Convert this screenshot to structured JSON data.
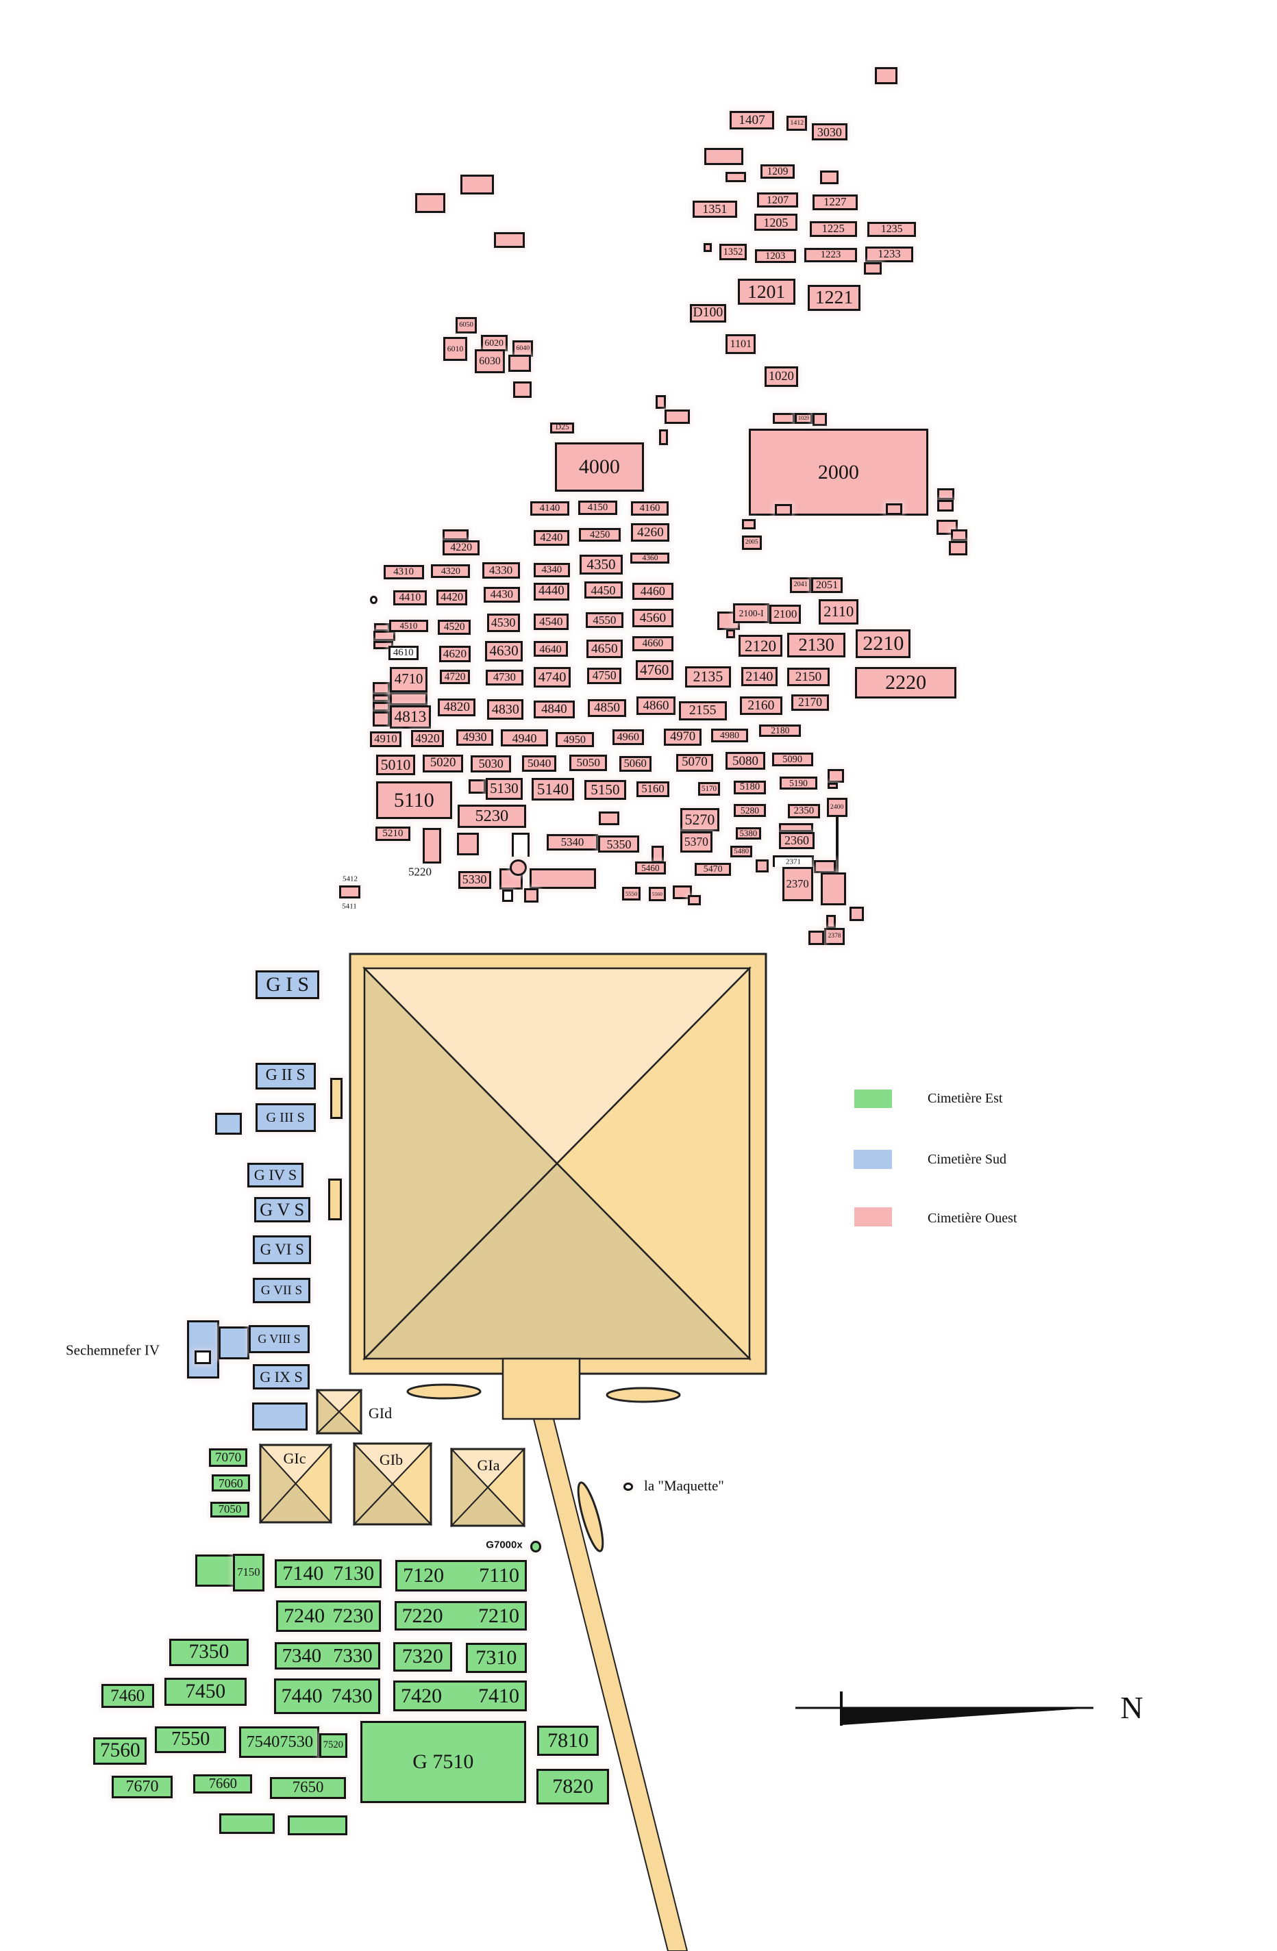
{
  "west_cemetery": {
    "tombs": [
      "1407",
      "1412",
      "3030",
      "1209",
      "1207",
      "1227",
      "1351",
      "1205",
      "1225",
      "1235",
      "1352",
      "1203",
      "1223",
      "1233",
      "1201",
      "1221",
      "D100",
      "1101",
      "1020",
      "1029",
      "2000",
      "2005",
      "6050",
      "6010",
      "6020",
      "6030",
      "6040",
      "D25",
      "4000",
      "4140",
      "4150",
      "4160",
      "4220",
      "4240",
      "4250",
      "4260",
      "4360",
      "4350",
      "4310",
      "4320",
      "4330",
      "4340",
      "4410",
      "4420",
      "4430",
      "4440",
      "4450",
      "4460",
      "4510",
      "4520",
      "4530",
      "4540",
      "4550",
      "4560",
      "4610",
      "4620",
      "4630",
      "4640",
      "4650",
      "4660",
      "4710",
      "4720",
      "4730",
      "4740",
      "4750",
      "4760",
      "2135",
      "4813",
      "4820",
      "4830",
      "4840",
      "4850",
      "4860",
      "2155",
      "4910",
      "4920",
      "4930",
      "4940",
      "4950",
      "4960",
      "4970",
      "4980",
      "5010",
      "5020",
      "5030",
      "5040",
      "5050",
      "5060",
      "5070",
      "5110",
      "5130",
      "5140",
      "5150",
      "5160",
      "5170",
      "5230",
      "5270",
      "5370",
      "5210",
      "5340",
      "5350",
      "5460",
      "5470",
      "5330",
      "5550",
      "5560",
      "2041",
      "2051",
      "2100-I",
      "2100",
      "2110",
      "2120",
      "2130",
      "2210",
      "2140",
      "2150",
      "2220",
      "2160",
      "2170",
      "2180",
      "5080",
      "5090",
      "5180",
      "5190",
      "5280",
      "2350",
      "2400",
      "5380",
      "2360",
      "5480",
      "2370",
      "2378"
    ],
    "outside_labels": {
      "t5220": "5220",
      "t5412": "5412",
      "t5411": "5411",
      "t2371": "2371"
    }
  },
  "south_cemetery": {
    "tombs": [
      "G I S",
      "G II S",
      "G III S",
      "G IV S",
      "G V S",
      "G VI S",
      "G VII S",
      "G VIII S",
      "G IX S"
    ],
    "sechemnefer_label": "Sechemnefer IV"
  },
  "east_cemetery": {
    "tombs": [
      "7070",
      "7060",
      "7050",
      "7150",
      "7140",
      "7130",
      "7120",
      "7110",
      "7240",
      "7230",
      "7220",
      "7210",
      "7350",
      "7340",
      "7330",
      "7320",
      "7310",
      "7460",
      "7450",
      "7440",
      "7430",
      "7420",
      "7410",
      "7550",
      "7560",
      "7540",
      "7530",
      "7520",
      "G 7510",
      "7810",
      "7820",
      "7670",
      "7660",
      "7650"
    ],
    "g7000x_label": "G7000x"
  },
  "queens_pyramids": {
    "gia": "GIa",
    "gib": "GIb",
    "gic": "GIc",
    "gid": "GId"
  },
  "maquette_label": "la \"Maquette\"",
  "legend": [
    {
      "label": "Cimetière Est",
      "color": "#86dc88"
    },
    {
      "label": "Cimetière Sud",
      "color": "#aec8ec"
    },
    {
      "label": "Cimetière Ouest",
      "color": "#f8b5b5"
    }
  ],
  "north_label": "N",
  "colors": {
    "pyramid": "#f8d99a",
    "west": "#f8b5b5",
    "south": "#aec8ec",
    "east": "#86dc88"
  }
}
